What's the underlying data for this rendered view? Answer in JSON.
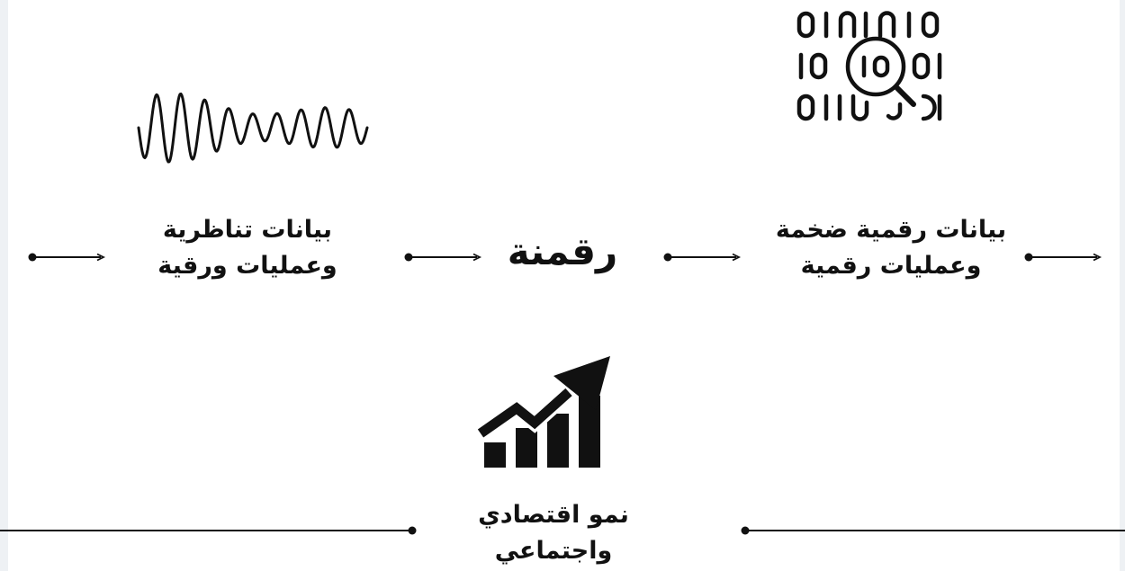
{
  "nodes": {
    "analog": {
      "line1": "بيانات تناظرية",
      "line2": "وعمليات ورقية",
      "icon": "sine-wave-icon"
    },
    "digitization": {
      "title": "رقمنة"
    },
    "big_data": {
      "line1": "بيانات رقمية ضخمة",
      "line2": "وعمليات رقمية",
      "icon": "binary-magnifier-icon"
    },
    "growth": {
      "line1": "نمو اقتصادي",
      "line2": "واجتماعي",
      "icon": "rising-bar-chart-icon"
    }
  },
  "colors": {
    "ink": "#111111",
    "background": "#ffffff",
    "edge": "#eef1f4"
  }
}
